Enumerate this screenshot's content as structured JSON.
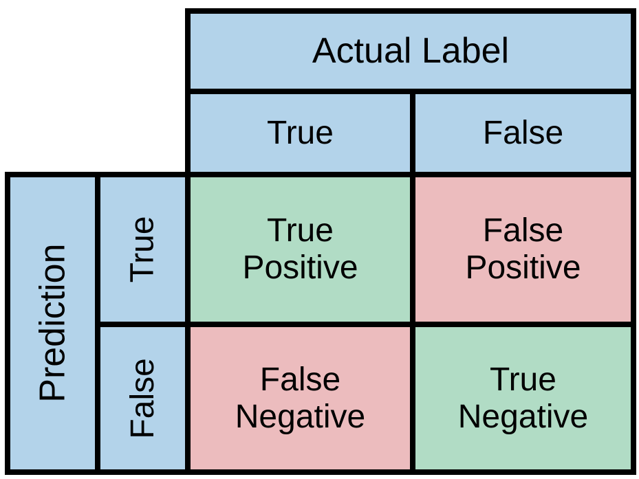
{
  "colors": {
    "blue": "#b3d3ea",
    "green": "#b1dcc5",
    "red": "#ecbcbe",
    "border": "#000000"
  },
  "header": {
    "actual_label": "Actual Label",
    "actual_true": "True",
    "actual_false": "False"
  },
  "side": {
    "prediction": "Prediction",
    "predicted_true": "True",
    "predicted_false": "False"
  },
  "matrix": {
    "true_positive": [
      "True",
      "Positive"
    ],
    "false_positive": [
      "False",
      "Positive"
    ],
    "false_negative": [
      "False",
      "Negative"
    ],
    "true_negative": [
      "True",
      "Negative"
    ]
  }
}
